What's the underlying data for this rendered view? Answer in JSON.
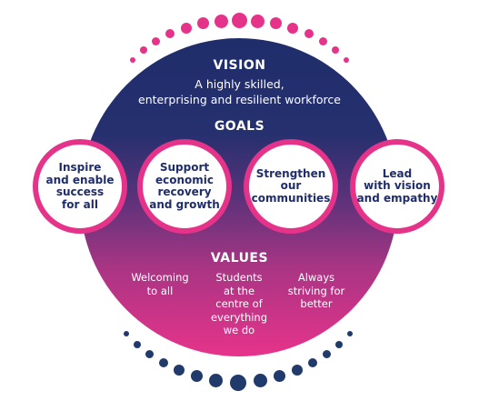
{
  "vision": {
    "title": "VISION",
    "line1": "A highly skilled,",
    "line2": "enterprising and resilient workforce"
  },
  "goals": {
    "title": "GOALS",
    "items": [
      {
        "label": "Inspire\nand enable\nsuccess\nfor all"
      },
      {
        "label": "Support\neconomic\nrecovery\nand growth"
      },
      {
        "label": "Strengthen\nour\ncommunities"
      },
      {
        "label": "Lead\nwith vision\nand empathy"
      }
    ]
  },
  "values": {
    "title": "VALUES",
    "items": [
      {
        "label": "Welcoming\nto all"
      },
      {
        "label": "Students\nat the\ncentre of\neverything\nwe do"
      },
      {
        "label": "Always\nstriving for\nbetter"
      }
    ]
  },
  "colors": {
    "navy": "#1f2d6b",
    "pink": "#e6338a",
    "dot_navy": "#1f3a6b"
  }
}
